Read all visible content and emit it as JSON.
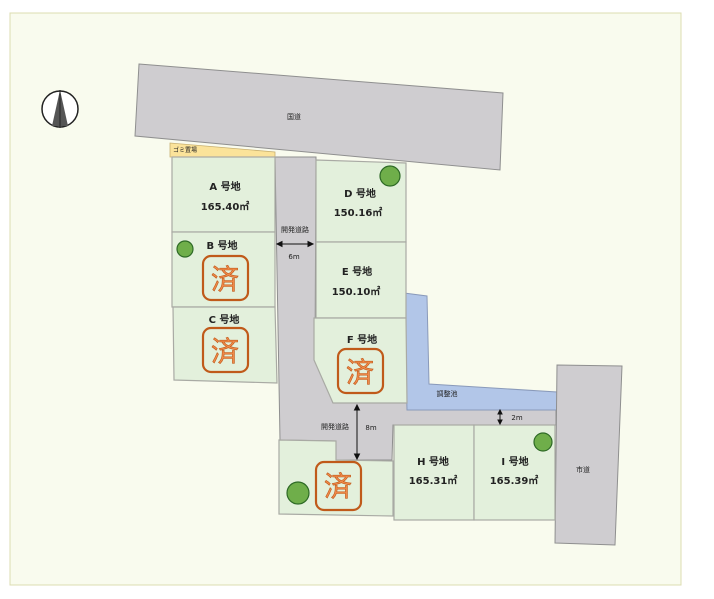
{
  "roads": {
    "national": "国道",
    "city": "市道",
    "dev_road_1": "開発道路",
    "dev_road_1_width": "6m",
    "dev_road_2": "開発道路",
    "dev_road_2_width": "8m",
    "gap_width": "2m"
  },
  "garbage_area": "ゴミ置場",
  "pond": "調整池",
  "sold_mark": "済",
  "lots": {
    "A": {
      "name": "A 号地",
      "area": "165.40㎡"
    },
    "B": {
      "name": "B 号地"
    },
    "C": {
      "name": "C 号地"
    },
    "D": {
      "name": "D 号地",
      "area": "150.16㎡"
    },
    "E": {
      "name": "E 号地",
      "area": "150.10㎡"
    },
    "F": {
      "name": "F 号地"
    },
    "H": {
      "name": "H 号地",
      "area": "165.31㎡"
    },
    "I": {
      "name": "I 号地",
      "area": "165.39㎡"
    }
  },
  "colors": {
    "lot": "#e3f0dc",
    "road": "#cfcdd0",
    "pond": "#b2c6e8",
    "garbage": "#fbe39a",
    "sold": "#c05a1a",
    "background": "#f9fbee"
  }
}
